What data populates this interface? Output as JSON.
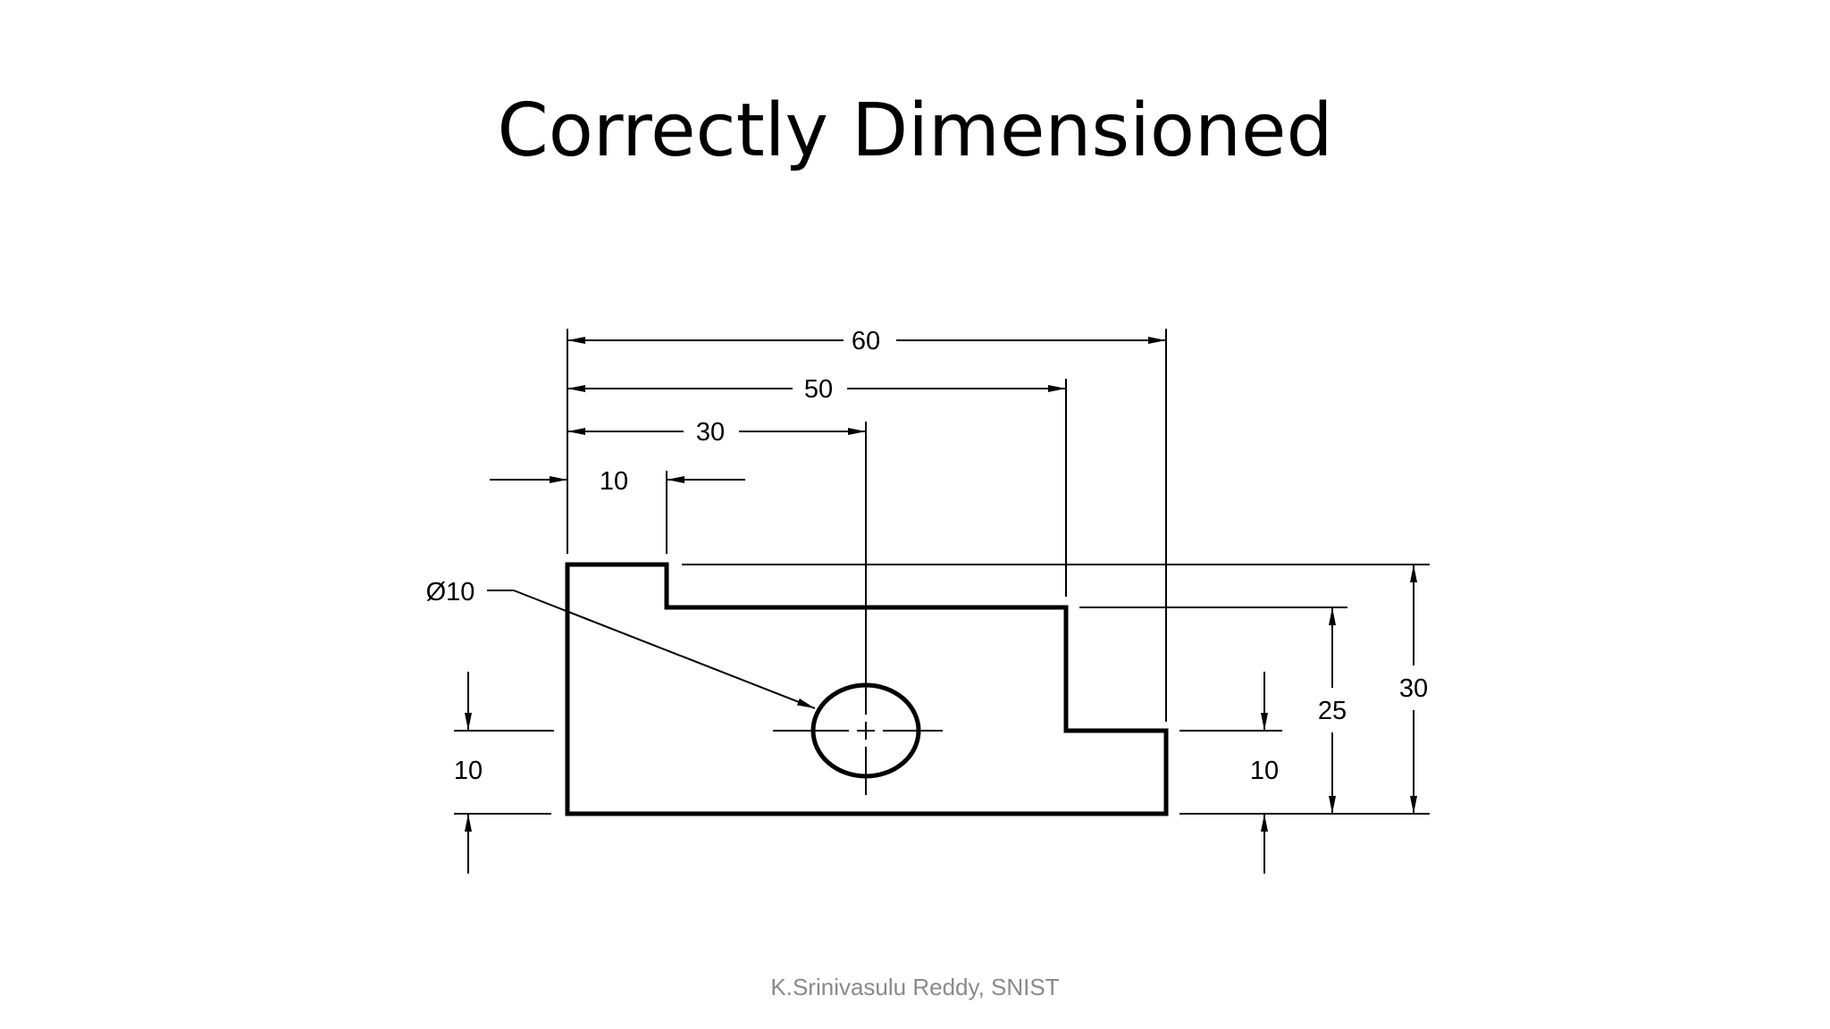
{
  "slide": {
    "title": "Correctly Dimensioned",
    "footer": "K.Srinivasulu Reddy, SNIST"
  },
  "drawing": {
    "dimensions": {
      "overall_length": "60",
      "step_right_length": "50",
      "hole_center_horizontal": "30",
      "left_step_width": "10",
      "hole_diameter": "Ø10",
      "hole_center_height": "10",
      "right_step_height": "10",
      "middle_height": "25",
      "overall_height": "30"
    }
  }
}
